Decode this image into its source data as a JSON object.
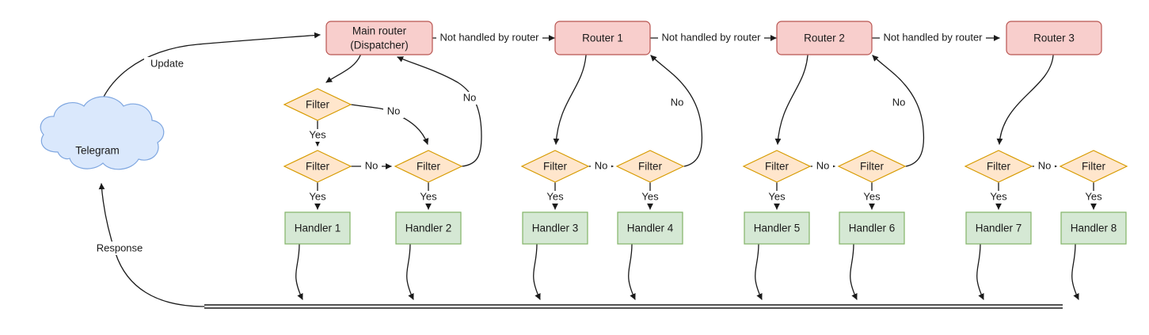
{
  "diagram": {
    "title": "Telegram bot update routing flow",
    "colors": {
      "router_fill": "#f8cecc",
      "router_stroke": "#b85450",
      "filter_fill": "#ffe6cc",
      "filter_stroke": "#d79b00",
      "handler_fill": "#d5e8d4",
      "handler_stroke": "#82b366",
      "cloud_fill": "#dae8fc",
      "cloud_stroke": "#7ea6e0",
      "line": "#1a1a1a"
    },
    "source": {
      "label": "Telegram",
      "shape": "cloud"
    },
    "routers": [
      {
        "id": "main-router",
        "line1": "Main router",
        "line2": "(Dispatcher)"
      },
      {
        "id": "router-1",
        "line1": "Router 1",
        "line2": ""
      },
      {
        "id": "router-2",
        "line1": "Router 2",
        "line2": ""
      },
      {
        "id": "router-3",
        "line1": "Router 3",
        "line2": ""
      }
    ],
    "filters": [
      {
        "id": "filter-a",
        "label": "Filter"
      },
      {
        "id": "filter-1",
        "label": "Filter"
      },
      {
        "id": "filter-2",
        "label": "Filter"
      },
      {
        "id": "filter-3",
        "label": "Filter"
      },
      {
        "id": "filter-4",
        "label": "Filter"
      },
      {
        "id": "filter-5",
        "label": "Filter"
      },
      {
        "id": "filter-6",
        "label": "Filter"
      },
      {
        "id": "filter-7",
        "label": "Filter"
      },
      {
        "id": "filter-8",
        "label": "Filter"
      }
    ],
    "handlers": [
      {
        "id": "handler-1",
        "label": "Handler 1"
      },
      {
        "id": "handler-2",
        "label": "Handler 2"
      },
      {
        "id": "handler-3",
        "label": "Handler 3"
      },
      {
        "id": "handler-4",
        "label": "Handler 4"
      },
      {
        "id": "handler-5",
        "label": "Handler 5"
      },
      {
        "id": "handler-6",
        "label": "Handler 6"
      },
      {
        "id": "handler-7",
        "label": "Handler 7"
      },
      {
        "id": "handler-8",
        "label": "Handler 8"
      }
    ],
    "edge_labels": {
      "update": "Update",
      "response": "Response",
      "not_handled_1": "Not handled by router",
      "not_handled_2": "Not handled by router",
      "not_handled_3": "Not handled by router",
      "yes_1": "Yes",
      "yes_2": "Yes",
      "yes_3": "Yes",
      "yes_4": "Yes",
      "yes_5": "Yes",
      "yes_6": "Yes",
      "yes_7": "Yes",
      "yes_8": "Yes",
      "yes_9": "Yes",
      "no_a_to_b": "No",
      "no_b_to_router": "No",
      "no_1_to_2": "No",
      "no_3_to_4": "No",
      "no_4_to_router1": "No",
      "no_5_to_6": "No",
      "no_6_to_router2": "No",
      "no_7_to_8": "No"
    }
  }
}
